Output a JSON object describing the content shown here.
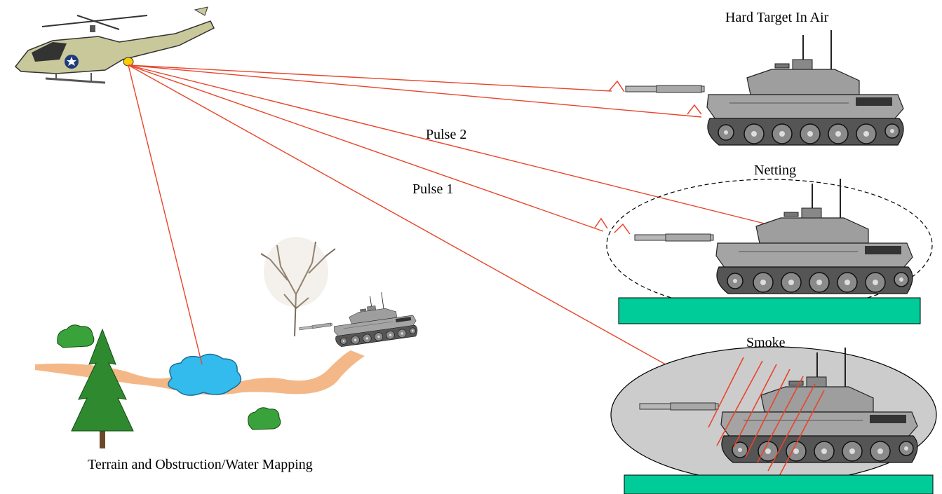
{
  "labels": {
    "hard_target": "Hard Target In Air",
    "pulse_2": "Pulse 2",
    "pulse_1": "Pulse 1",
    "netting": "Netting",
    "smoke": "Smoke",
    "terrain": "Terrain and Obstruction/Water Mapping"
  },
  "colors": {
    "beam": "#e8452a",
    "ground_platform": "#00cc99",
    "water": "#33bbee",
    "terrain_path": "#f4b888",
    "smoke_cloud": "#cccccc",
    "tank_body": "#9a9a9a",
    "helicopter": "#c8c89a",
    "pine_tree": "#2f8a2f",
    "bush": "#3aa23a"
  },
  "icons": [
    "helicopter-icon",
    "tank-icon",
    "pine-tree-icon",
    "bare-tree-icon",
    "bush-icon",
    "water-cloud-icon"
  ]
}
